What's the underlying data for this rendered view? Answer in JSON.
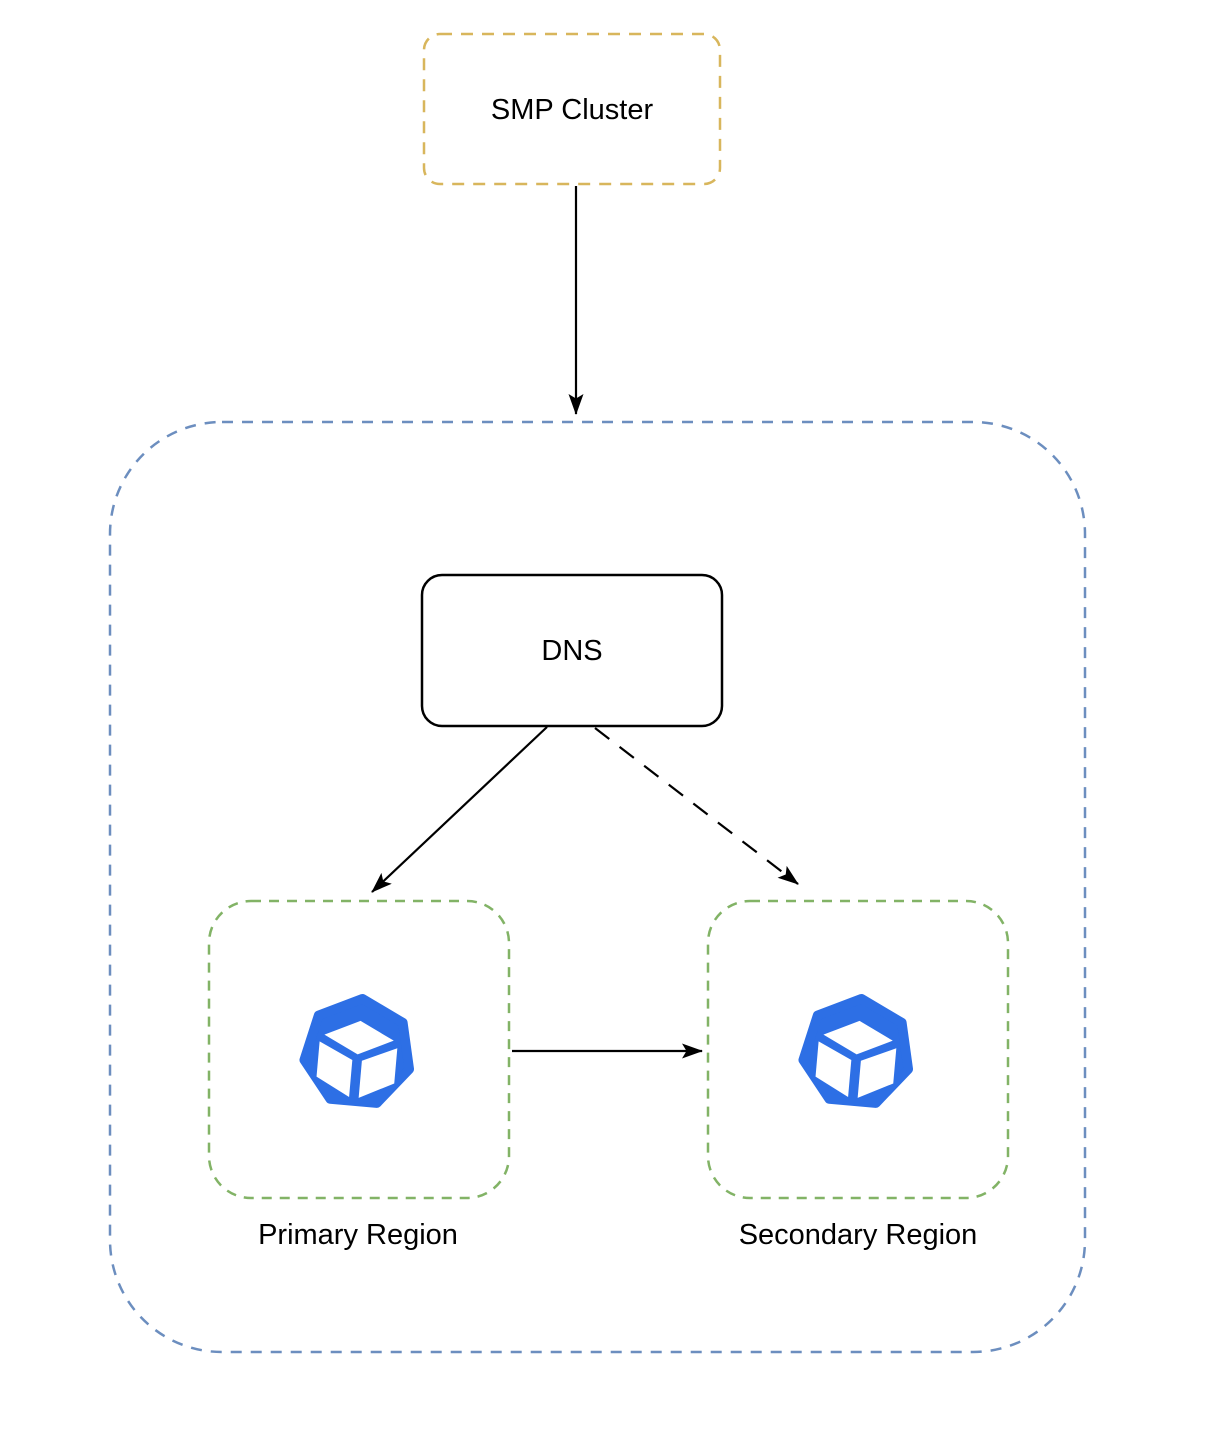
{
  "diagram": {
    "background": "#FFFFFF",
    "text_color": "#000000",
    "edge_color": "#000000",
    "nodes": {
      "smp_cluster": {
        "label": "SMP Cluster",
        "border_color": "#D8B65C",
        "border_style": "dashed"
      },
      "dns_zone_container": {
        "border_color": "#6C8EBF",
        "border_style": "dashed"
      },
      "dns": {
        "label": "DNS",
        "border_color": "#000000",
        "border_style": "solid"
      },
      "primary_region": {
        "label": "Primary Region",
        "border_color": "#82B366",
        "border_style": "dashed"
      },
      "secondary_region": {
        "label": "Secondary Region",
        "border_color": "#82B366",
        "border_style": "dashed"
      }
    },
    "icons": {
      "primary": "kubernetes-node-cube-icon",
      "secondary": "kubernetes-node-cube-icon",
      "color": "#2D6FE5"
    },
    "edges": [
      {
        "from": "SMP Cluster",
        "to": "DNS zone container",
        "style": "solid",
        "arrow": "filled"
      },
      {
        "from": "DNS",
        "to": "Primary Region",
        "style": "solid",
        "arrow": "filled"
      },
      {
        "from": "DNS",
        "to": "Secondary Region",
        "style": "dashed",
        "arrow": "filled"
      },
      {
        "from": "Primary Region",
        "to": "Secondary Region",
        "style": "solid",
        "arrow": "filled"
      }
    ]
  }
}
